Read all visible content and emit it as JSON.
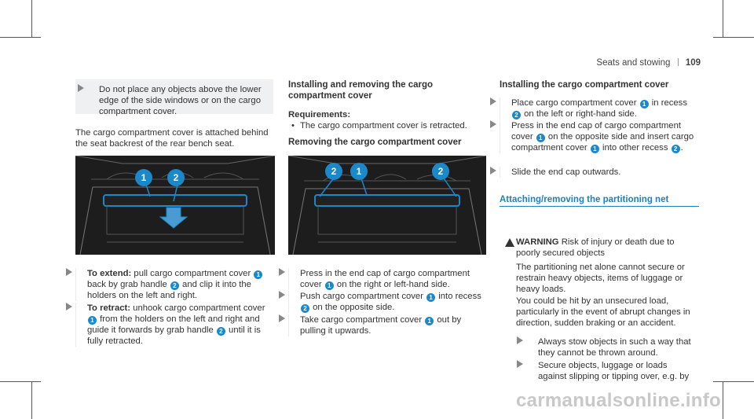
{
  "header": {
    "section": "Seats and stowing",
    "page": "109"
  },
  "col1": {
    "note": "Do not place any objects above the lower edge of the side windows or on the cargo compartment cover.",
    "intro": "The cargo compartment cover is attached behind the seat backrest of the rear bench seat.",
    "fig_callouts": [
      "1",
      "2"
    ],
    "extend": {
      "label": "To extend:",
      "t1": "pull cargo compartment cover",
      "m1": "1",
      "t2": "back by grab handle",
      "m2": "2",
      "t3": "and clip it into the holders on the left and right."
    },
    "retract": {
      "label": "To retract:",
      "t1": "unhook cargo compartment cover",
      "m1": "1",
      "t2": "from the holders on the left and right and guide it forwards by grab handle",
      "m2": "2",
      "t3": "until it is fully retracted."
    }
  },
  "col2": {
    "title": "Installing and removing the cargo compartment cover",
    "req_label": "Requirements:",
    "req_item": "The cargo compartment cover is retracted.",
    "sub_title": "Removing the cargo compartment cover",
    "fig_callouts": [
      "2",
      "1",
      "2"
    ],
    "s1": {
      "t1": "Press in the end cap of cargo compartment cover",
      "m1": "1",
      "t2": "on the right or left-hand side."
    },
    "s2": {
      "t1": "Push cargo compartment cover",
      "m1": "1",
      "t2": "into recess",
      "m2": "2",
      "t3": "on the opposite side."
    },
    "s3": {
      "t1": "Take cargo compartment cover",
      "m1": "1",
      "t2": "out by pulling it upwards."
    }
  },
  "col3": {
    "title": "Installing the cargo compartment cover",
    "s1": {
      "t1": "Place cargo compartment cover",
      "m1": "1",
      "t2": "in recess",
      "m2": "2",
      "t3": "on the left or right-hand side."
    },
    "s2": {
      "t1": "Press in the end cap of cargo compartment cover",
      "m1": "1",
      "t2": "on the opposite side and insert cargo compartment cover",
      "m2": "1",
      "t3": "into other recess",
      "m3": "2",
      "t4": "."
    },
    "s3": "Slide the end cap outwards.",
    "section2_title": "Attaching/removing the partitioning net",
    "warning_label": "WARNING",
    "warning_text": "Risk of injury or death due to poorly secured objects",
    "p1": "The partitioning net alone cannot secure or restrain heavy objects, items of luggage or heavy loads.",
    "p2": "You could be hit by an unsecured load, particularly in the event of abrupt changes in direction, sudden braking or an accident.",
    "w1": "Always stow objects in such a way that they cannot be thrown around.",
    "w2": "Secure objects, luggage or loads against slipping or tipping over, e.g. by"
  },
  "watermark": "carmanualsonline.info",
  "colors": {
    "accent": "#1a88c9",
    "heading_blue": "#1f7fbf",
    "note_bg": "#eef0f2"
  }
}
